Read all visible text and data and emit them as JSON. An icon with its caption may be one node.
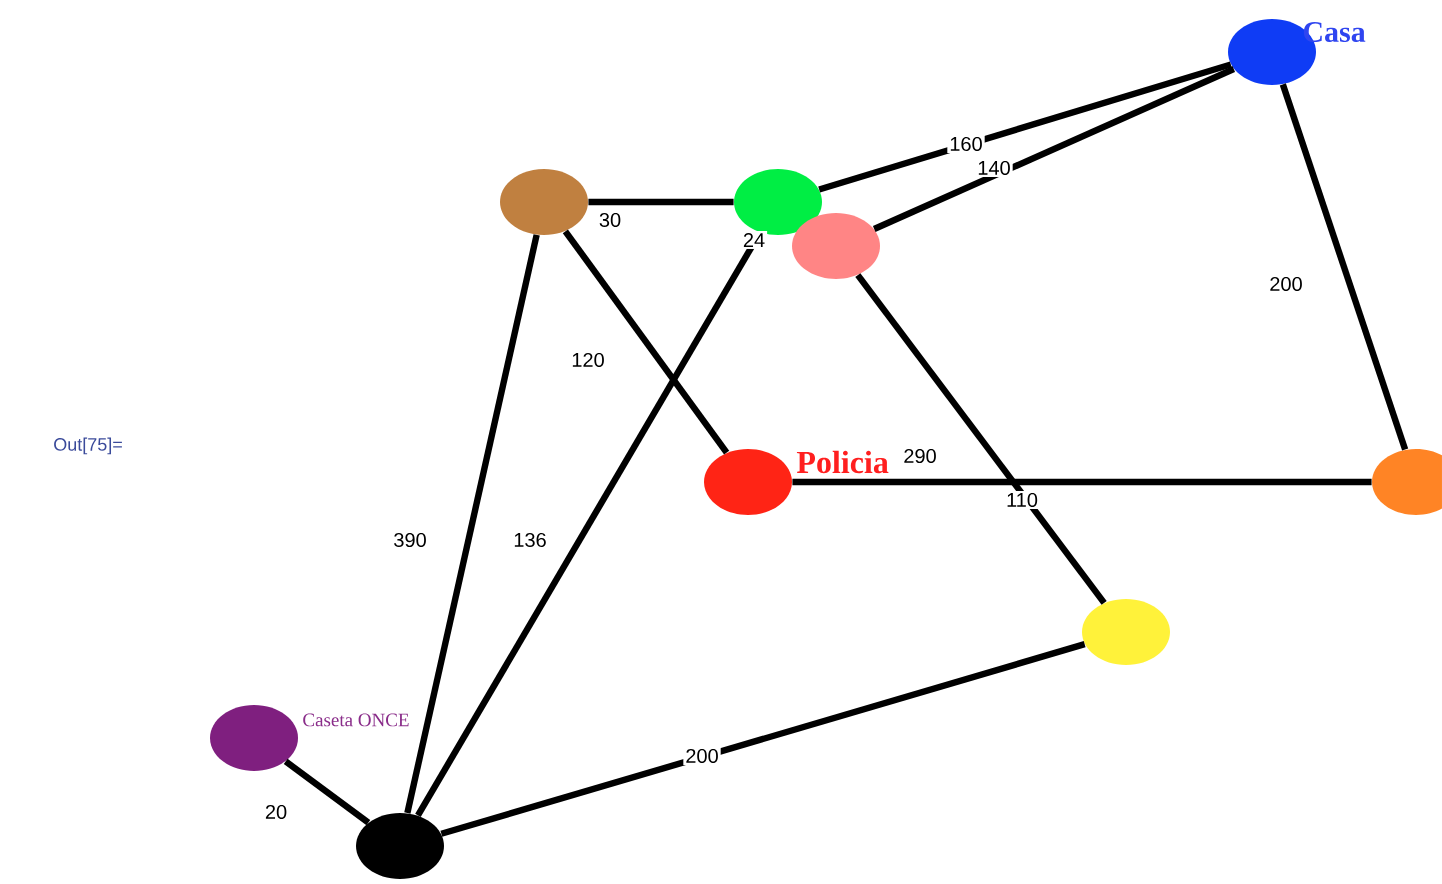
{
  "diagram": {
    "nodes": [
      {
        "text": [],
        "shape": "circle",
        "beside": [
          "Casa"
        ]
      },
      {
        "text": [],
        "shape": "circle"
      },
      {
        "text": [],
        "shape": "circle"
      },
      {
        "text": [],
        "shape": "circle"
      },
      {
        "text": [],
        "shape": "circle",
        "beside": [
          "Policia"
        ]
      },
      {
        "text": [],
        "shape": "circle"
      },
      {
        "text": [],
        "shape": "circle"
      },
      {
        "text": [],
        "shape": "circle",
        "beside": [
          "Caseta ONCE"
        ]
      },
      {
        "text": [],
        "shape": "circle"
      }
    ],
    "edges": [
      {
        "from": 1,
        "to": 2,
        "arrow": "none",
        "label": "30"
      },
      {
        "from": 2,
        "to": 0,
        "arrow": "none",
        "label": "160"
      },
      {
        "from": 3,
        "to": 0,
        "arrow": "none",
        "label": "140"
      },
      {
        "from": 0,
        "to": 5,
        "arrow": "none",
        "label": "200"
      },
      {
        "from": 1,
        "to": 4,
        "arrow": "none",
        "label": "120"
      },
      {
        "from": 4,
        "to": 5,
        "arrow": "none",
        "label": "290"
      },
      {
        "from": 3,
        "to": 6,
        "arrow": "none",
        "label": "110"
      },
      {
        "from": 1,
        "to": 8,
        "arrow": "none",
        "label": "390"
      },
      {
        "from": 8,
        "to": 2,
        "arrow": "none",
        "label": "136"
      },
      {
        "from": 8,
        "to": 6,
        "arrow": "none",
        "label": "200"
      },
      {
        "from": 7,
        "to": 8,
        "arrow": "none",
        "label": "20"
      }
    ],
    "labels": [
      "24",
      "Out[75]="
    ]
  }
}
